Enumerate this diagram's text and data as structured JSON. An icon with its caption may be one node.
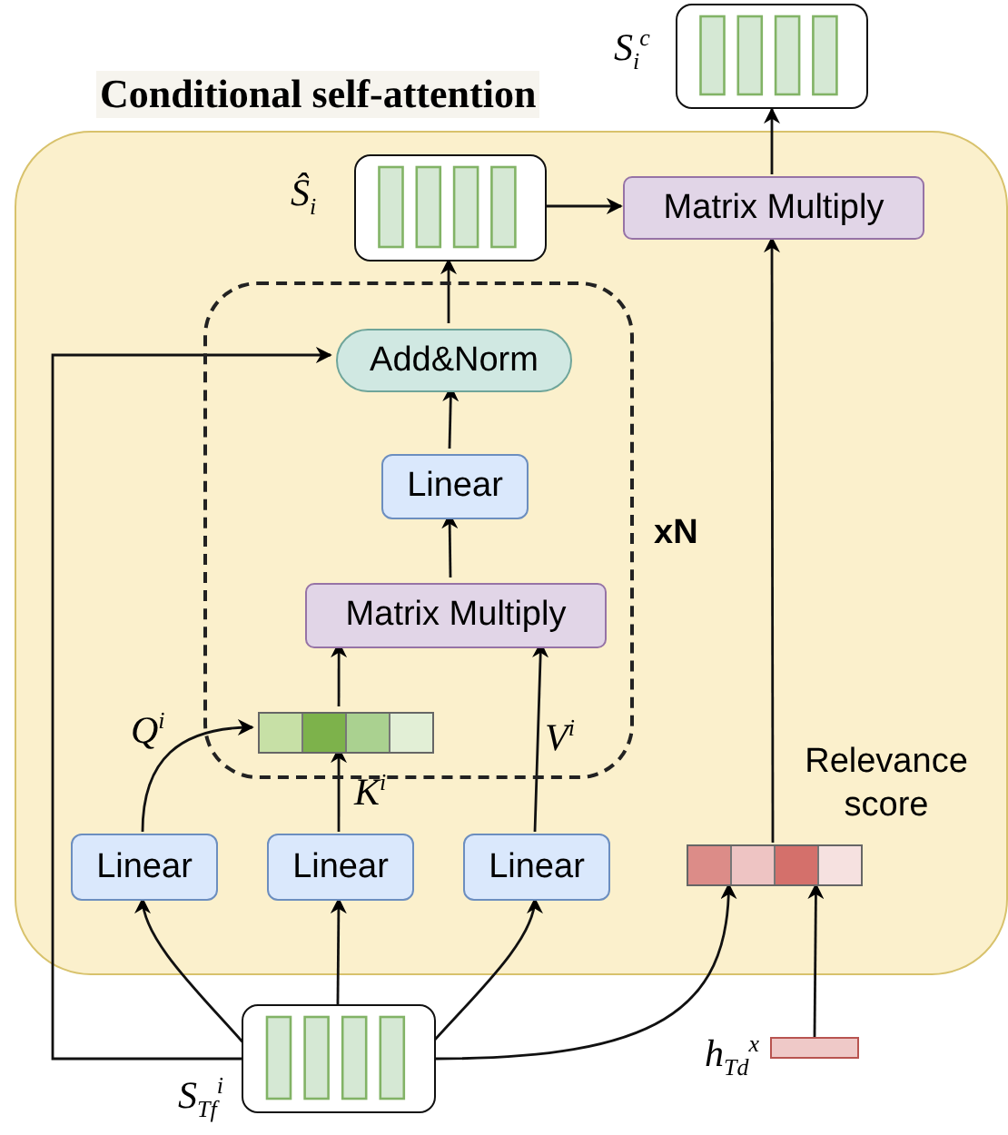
{
  "diagram": {
    "title": "Conditional self-attention",
    "nodes": [
      {
        "text": [],
        "shape": "box"
      },
      {
        "text": [],
        "shape": "box",
        "beside": [
          "S$_{i}$$^{c}$"
        ]
      },
      {
        "text": [],
        "shape": "box",
        "beside": [
          "Ŝ$_{i}$"
        ],
        "in": 0
      },
      {
        "text": [
          "Matrix Multiply"
        ],
        "in": 0
      },
      {
        "text": [],
        "shape": "box",
        "beside": [
          "xN"
        ],
        "in": 0
      },
      {
        "text": [
          "Add&Norm"
        ],
        "in": 4
      },
      {
        "text": [
          "Linear"
        ],
        "in": 4
      },
      {
        "text": [
          "Matrix Multiply"
        ],
        "in": 4
      },
      {
        "text": [],
        "shape": "bar",
        "in": 4
      },
      {
        "text": [
          "Linear"
        ],
        "in": 0
      },
      {
        "text": [
          "Linear"
        ],
        "in": 0
      },
      {
        "text": [
          "Linear"
        ],
        "in": 0
      },
      {
        "text": [],
        "shape": "bar",
        "beside": [
          "Relevance score"
        ],
        "in": 0
      },
      {
        "text": [],
        "shape": "box",
        "beside": [
          "S$_{Tf}$$^{i}$"
        ]
      },
      {
        "text": [],
        "shape": "bar",
        "beside": [
          "h$_{Td}$$^{x}$"
        ]
      }
    ],
    "edges": [
      {
        "from": 13,
        "to": 9,
        "arrow": "to"
      },
      {
        "from": 13,
        "to": 10,
        "arrow": "to"
      },
      {
        "from": 13,
        "to": 11,
        "arrow": "to"
      },
      {
        "from": 13,
        "to": 12,
        "arrow": "to"
      },
      {
        "from": 13,
        "to": 5,
        "arrow": "to"
      },
      {
        "from": 9,
        "to": 8,
        "arrow": "to",
        "label": "Q$^{i}$"
      },
      {
        "from": 10,
        "to": 8,
        "arrow": "to",
        "label": "K$^{i}$"
      },
      {
        "from": 11,
        "to": 7,
        "arrow": "to",
        "label": "V$^{i}$"
      },
      {
        "from": 8,
        "to": 7,
        "arrow": "to"
      },
      {
        "from": 7,
        "to": 6,
        "arrow": "to"
      },
      {
        "from": 6,
        "to": 5,
        "arrow": "to"
      },
      {
        "from": 5,
        "to": 2,
        "arrow": "to"
      },
      {
        "from": 2,
        "to": 3,
        "arrow": "to"
      },
      {
        "from": 12,
        "to": 3,
        "arrow": "to"
      },
      {
        "from": 3,
        "to": 1,
        "arrow": "to"
      },
      {
        "from": 14,
        "to": 12,
        "arrow": "to"
      }
    ]
  }
}
